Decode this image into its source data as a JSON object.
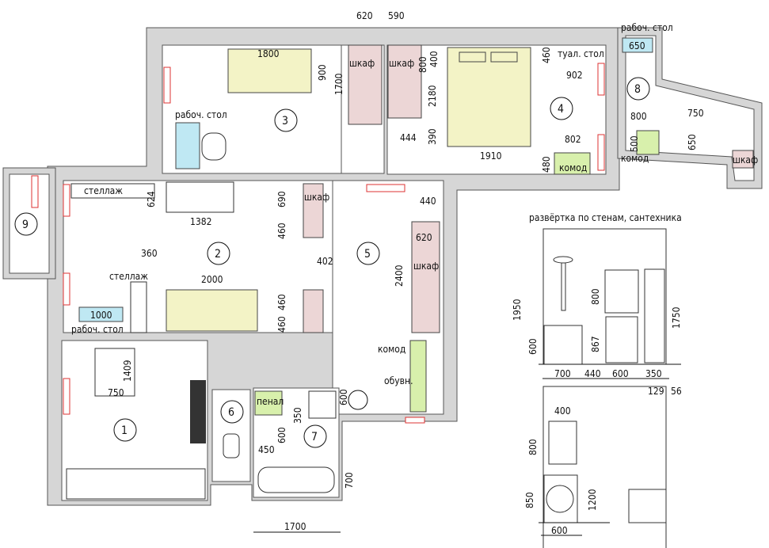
{
  "title": "развёртка по стенам, сантехника",
  "rooms": {
    "r1": "1",
    "r2": "2",
    "r3": "3",
    "r4": "4",
    "r5": "5",
    "r6": "6",
    "r7": "7",
    "r8": "8",
    "r9": "9"
  },
  "top": {
    "d620": "620",
    "d590": "590"
  },
  "room3": {
    "d1800": "1800",
    "d900": "900",
    "d1700": "1700",
    "wardrobe1": "шкаф",
    "wardrobe2": "шкаф",
    "d800": "800",
    "d400": "400",
    "d2180": "2180",
    "d444": "444",
    "d390": "390",
    "desk": "рабоч. стол"
  },
  "room4": {
    "d460": "460",
    "vanity": "туал. стол",
    "d902": "902",
    "d1910": "1910",
    "d802": "802",
    "d480": "480",
    "dresser": "комод"
  },
  "room8": {
    "desk": "рабоч. стол",
    "d650": "650",
    "d800": "800",
    "d750": "750",
    "d500": "500",
    "d650b": "650",
    "dresser": "комод",
    "wardrobe": "шкаф"
  },
  "room2": {
    "shelf1": "стеллаж",
    "d624": "624",
    "d1382": "1382",
    "d690": "690",
    "wardrobe": "шкаф",
    "d460a": "460",
    "d402": "402",
    "d360": "360",
    "shelf2": "стеллаж",
    "d2000": "2000",
    "d460b": "460",
    "d460c": "460",
    "d1000": "1000",
    "desk": "рабоч. стол"
  },
  "room5": {
    "d440": "440",
    "d620": "620",
    "wardrobe": "шкаф",
    "d2400": "2400",
    "dresser": "комод",
    "shoes": "обувн."
  },
  "room1": {
    "d1409": "1409",
    "d750": "750"
  },
  "bath": {
    "pencil": "пенал",
    "d600a": "600",
    "d350": "350",
    "d600b": "600",
    "d450": "450",
    "d700": "700",
    "d1700": "1700"
  },
  "elev": {
    "d1950": "1950",
    "d600a": "600",
    "d800": "800",
    "d867": "867",
    "d1750": "1750",
    "d700": "700",
    "d440": "440",
    "d600b": "600",
    "d350": "350",
    "d129": "129",
    "d56": "56",
    "d400": "400",
    "d800b": "800",
    "d850": "850",
    "d1200": "1200",
    "d600c": "600"
  }
}
